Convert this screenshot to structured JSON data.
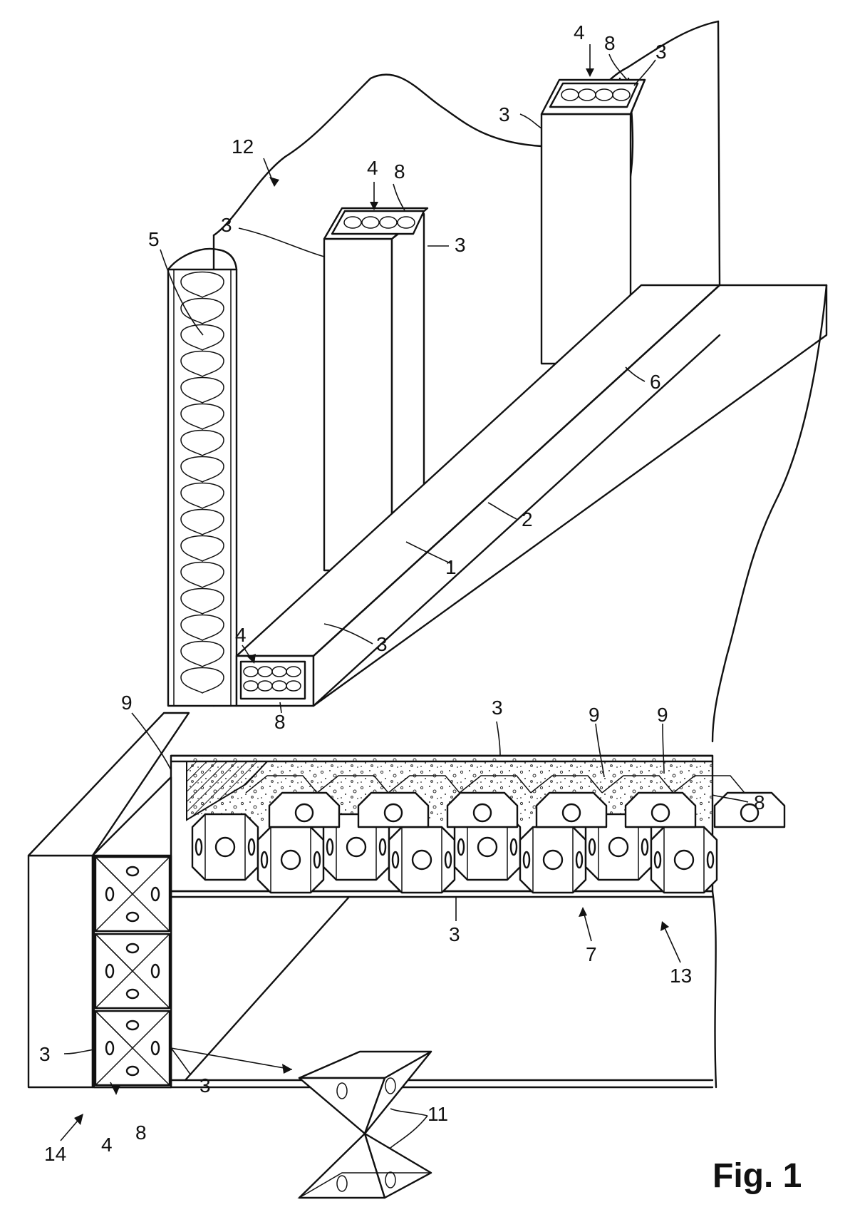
{
  "figure": {
    "title": "Fig. 1"
  },
  "labels": {
    "l12": "12",
    "l4_top_right": "4",
    "l8_top_right": "8",
    "l3_top_right": "3",
    "l3_top_right_col": "3",
    "l4_col": "4",
    "l8_col": "8",
    "l3_col_left": "3",
    "l3_col_right": "3",
    "l5": "5",
    "l6": "6",
    "l2": "2",
    "l1": "1",
    "l3_beam": "3",
    "l4_beam": "4",
    "l8_beam": "8",
    "l9_left": "9",
    "l3_slab_top": "3",
    "l9_mid": "9",
    "l9_right": "9",
    "l8_slab": "8",
    "l3_slab_bottom": "3",
    "l7": "7",
    "l13": "13",
    "l3_post_left": "3",
    "l3_post_right": "3",
    "l4_post": "4",
    "l8_post": "8",
    "l14": "14",
    "l11": "11"
  }
}
